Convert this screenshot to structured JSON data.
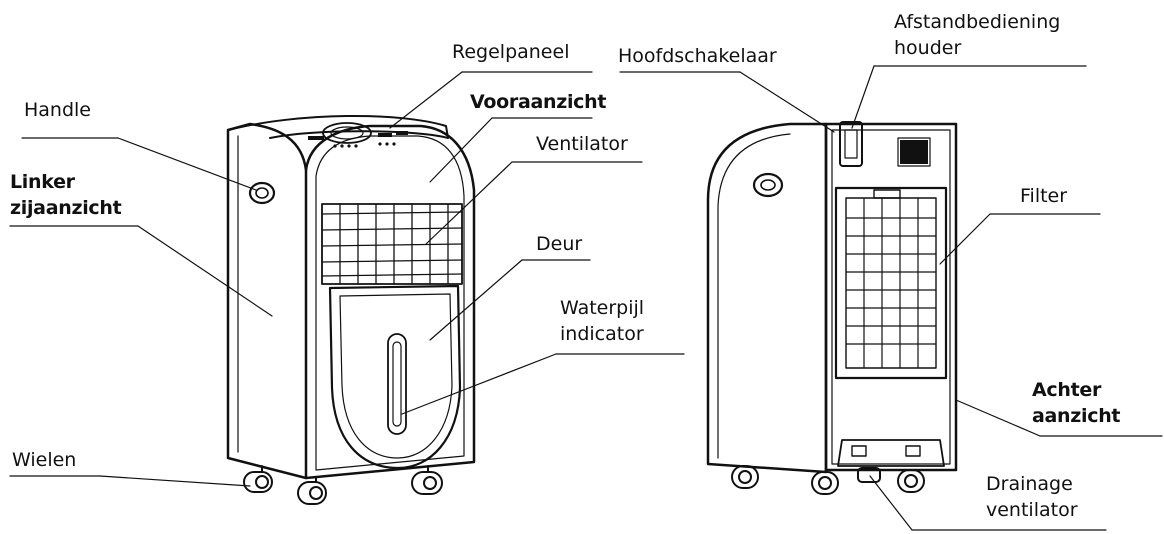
{
  "labels": {
    "handle": "Handle",
    "linker_line1": "Linker",
    "linker_line2": "zijaanzicht",
    "wielen": "Wielen",
    "regelpaneel": "Regelpaneel",
    "vooraanzicht": "Vooraanzicht",
    "ventilator": "Ventilator",
    "deur": "Deur",
    "waterpijl_line1": "Waterpijl",
    "waterpijl_line2": "indicator",
    "hoofdschakelaar": "Hoofdschakelaar",
    "afstand_line1": "Afstandbediening",
    "afstand_line2": "houder",
    "filter": "Filter",
    "achter_line1": "Achter",
    "achter_line2": "aanzicht",
    "drainage_line1": "Drainage",
    "drainage_line2": "ventilator"
  },
  "colors": {
    "ink": "#111111",
    "background": "#ffffff"
  }
}
